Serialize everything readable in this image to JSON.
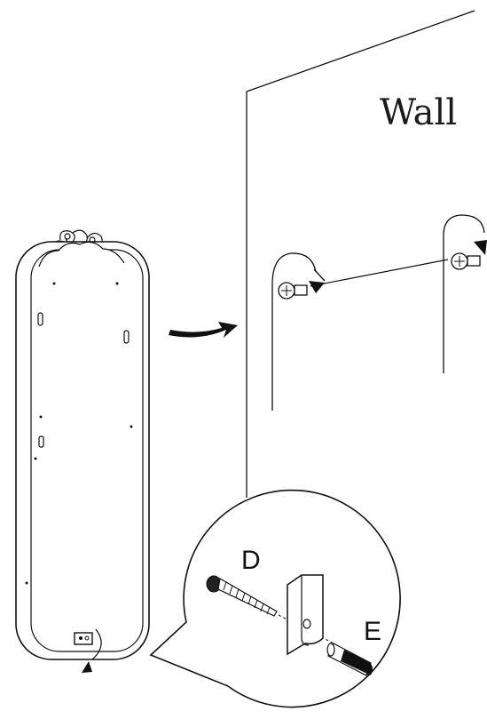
{
  "diagram": {
    "wall_label": "Wall",
    "part_labels": {
      "screw": "D",
      "anchor": "E"
    }
  }
}
